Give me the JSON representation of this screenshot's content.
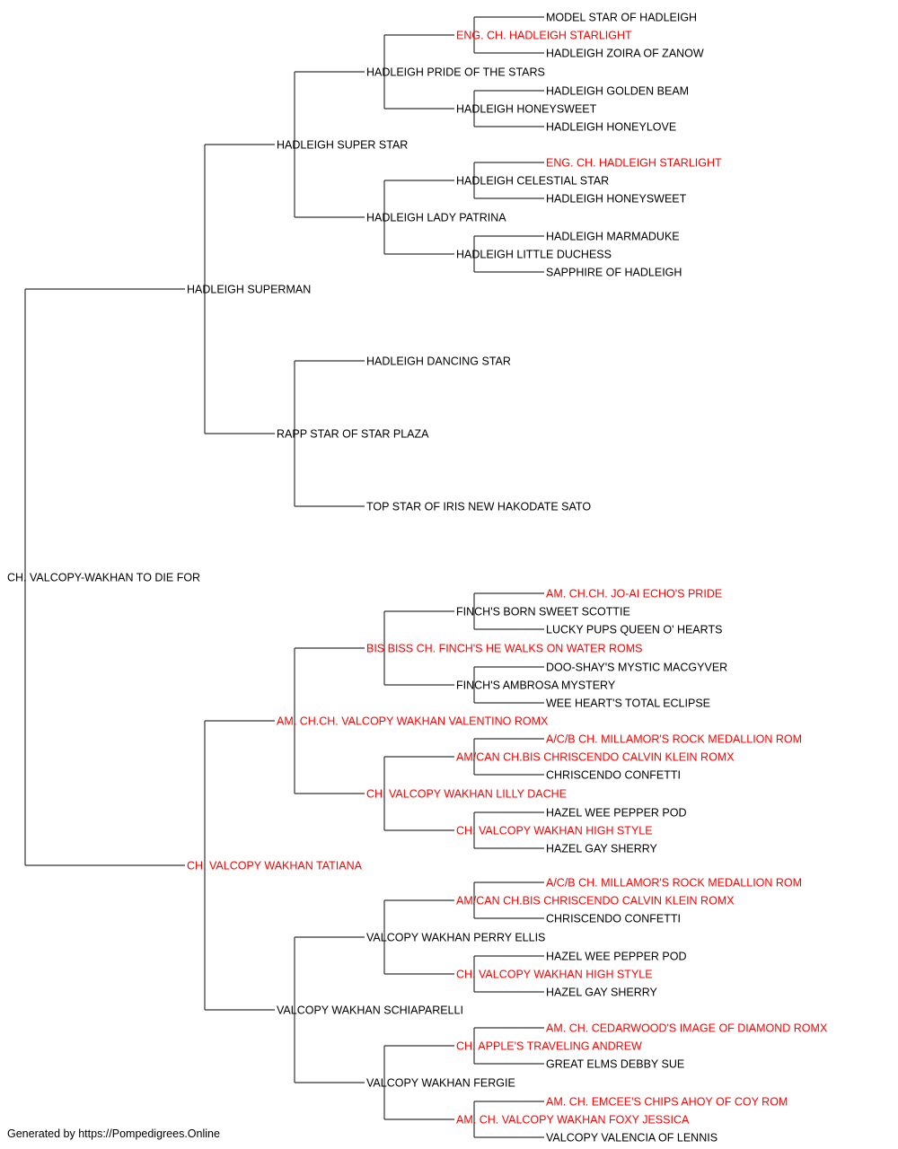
{
  "colors": {
    "normal": "#000000",
    "champion": "#ff0000",
    "line": "#333333"
  },
  "pedigree": {
    "name": "CH. VALCOPY-WAKHAN TO DIE FOR",
    "champion": false,
    "sire": {
      "name": "HADLEIGH SUPERMAN",
      "champion": false,
      "sire": {
        "name": "HADLEIGH SUPER STAR",
        "champion": false,
        "sire": {
          "name": "HADLEIGH PRIDE OF THE STARS",
          "champion": false,
          "sire": {
            "name": "ENG. CH. HADLEIGH STARLIGHT",
            "champion": true,
            "sire": {
              "name": "MODEL STAR OF HADLEIGH",
              "champion": false
            },
            "dam": {
              "name": "HADLEIGH ZOIRA OF ZANOW",
              "champion": false
            }
          },
          "dam": {
            "name": "HADLEIGH HONEYSWEET",
            "champion": false,
            "sire": {
              "name": "HADLEIGH GOLDEN BEAM",
              "champion": false
            },
            "dam": {
              "name": "HADLEIGH HONEYLOVE",
              "champion": false
            }
          }
        },
        "dam": {
          "name": "HADLEIGH LADY PATRINA",
          "champion": false,
          "sire": {
            "name": "HADLEIGH CELESTIAL STAR",
            "champion": false,
            "sire": {
              "name": "ENG. CH. HADLEIGH STARLIGHT",
              "champion": true
            },
            "dam": {
              "name": "HADLEIGH HONEYSWEET",
              "champion": false
            }
          },
          "dam": {
            "name": "HADLEIGH LITTLE DUCHESS",
            "champion": false,
            "sire": {
              "name": "HADLEIGH MARMADUKE",
              "champion": false
            },
            "dam": {
              "name": "SAPPHIRE OF HADLEIGH",
              "champion": false
            }
          }
        }
      },
      "dam": {
        "name": "RAPP STAR OF STAR PLAZA",
        "champion": false,
        "sire": {
          "name": "HADLEIGH DANCING STAR",
          "champion": false
        },
        "dam": {
          "name": "TOP STAR OF IRIS NEW HAKODATE SATO",
          "champion": false
        }
      }
    },
    "dam": {
      "name": "CH. VALCOPY WAKHAN TATIANA",
      "champion": true,
      "sire": {
        "name": "AM. CH.CH. VALCOPY WAKHAN VALENTINO ROMX",
        "champion": true,
        "sire": {
          "name": "BIS BISS CH. FINCH'S HE WALKS ON WATER ROMS",
          "champion": true,
          "sire": {
            "name": "FINCH'S BORN SWEET SCOTTIE",
            "champion": false,
            "sire": {
              "name": "AM. CH.CH. JO-AI ECHO'S PRIDE",
              "champion": true
            },
            "dam": {
              "name": "LUCKY PUPS QUEEN O' HEARTS",
              "champion": false
            }
          },
          "dam": {
            "name": "FINCH'S AMBROSA MYSTERY",
            "champion": false,
            "sire": {
              "name": "DOO-SHAY'S MYSTIC MACGYVER",
              "champion": false
            },
            "dam": {
              "name": "WEE HEART'S TOTAL ECLIPSE",
              "champion": false
            }
          }
        },
        "dam": {
          "name": "CH. VALCOPY WAKHAN LILLY DACHE",
          "champion": true,
          "sire": {
            "name": "AM/CAN CH.BIS CHRISCENDO CALVIN KLEIN ROMX",
            "champion": true,
            "sire": {
              "name": "A/C/B CH. MILLAMOR'S ROCK MEDALLION ROM",
              "champion": true
            },
            "dam": {
              "name": "CHRISCENDO CONFETTI",
              "champion": false
            }
          },
          "dam": {
            "name": "CH. VALCOPY WAKHAN HIGH STYLE",
            "champion": true,
            "sire": {
              "name": "HAZEL WEE PEPPER POD",
              "champion": false
            },
            "dam": {
              "name": "HAZEL GAY SHERRY",
              "champion": false
            }
          }
        }
      },
      "dam": {
        "name": "VALCOPY WAKHAN SCHIAPARELLI",
        "champion": false,
        "sire": {
          "name": "VALCOPY WAKHAN PERRY ELLIS",
          "champion": false,
          "sire": {
            "name": "AM/CAN CH.BIS CHRISCENDO CALVIN KLEIN ROMX",
            "champion": true,
            "sire": {
              "name": "A/C/B CH. MILLAMOR'S ROCK MEDALLION ROM",
              "champion": true
            },
            "dam": {
              "name": "CHRISCENDO CONFETTI",
              "champion": false
            }
          },
          "dam": {
            "name": "CH. VALCOPY WAKHAN HIGH STYLE",
            "champion": true,
            "sire": {
              "name": "HAZEL WEE PEPPER POD",
              "champion": false
            },
            "dam": {
              "name": "HAZEL GAY SHERRY",
              "champion": false
            }
          }
        },
        "dam": {
          "name": "VALCOPY WAKHAN FERGIE",
          "champion": false,
          "sire": {
            "name": "CH. APPLE'S TRAVELING ANDREW",
            "champion": true,
            "sire": {
              "name": "AM. CH. CEDARWOOD'S IMAGE OF DIAMOND ROMX",
              "champion": true
            },
            "dam": {
              "name": "GREAT ELMS DEBBY SUE",
              "champion": false
            }
          },
          "dam": {
            "name": "AM. CH. VALCOPY WAKHAN FOXY JESSICA",
            "champion": true,
            "sire": {
              "name": "AM. CH. EMCEE'S CHIPS AHOY OF COY ROM",
              "champion": true
            },
            "dam": {
              "name": "VALCOPY VALENCIA OF LENNIS",
              "champion": false
            }
          }
        }
      }
    }
  },
  "footer": "Generated by https://Pompedigrees.Online"
}
